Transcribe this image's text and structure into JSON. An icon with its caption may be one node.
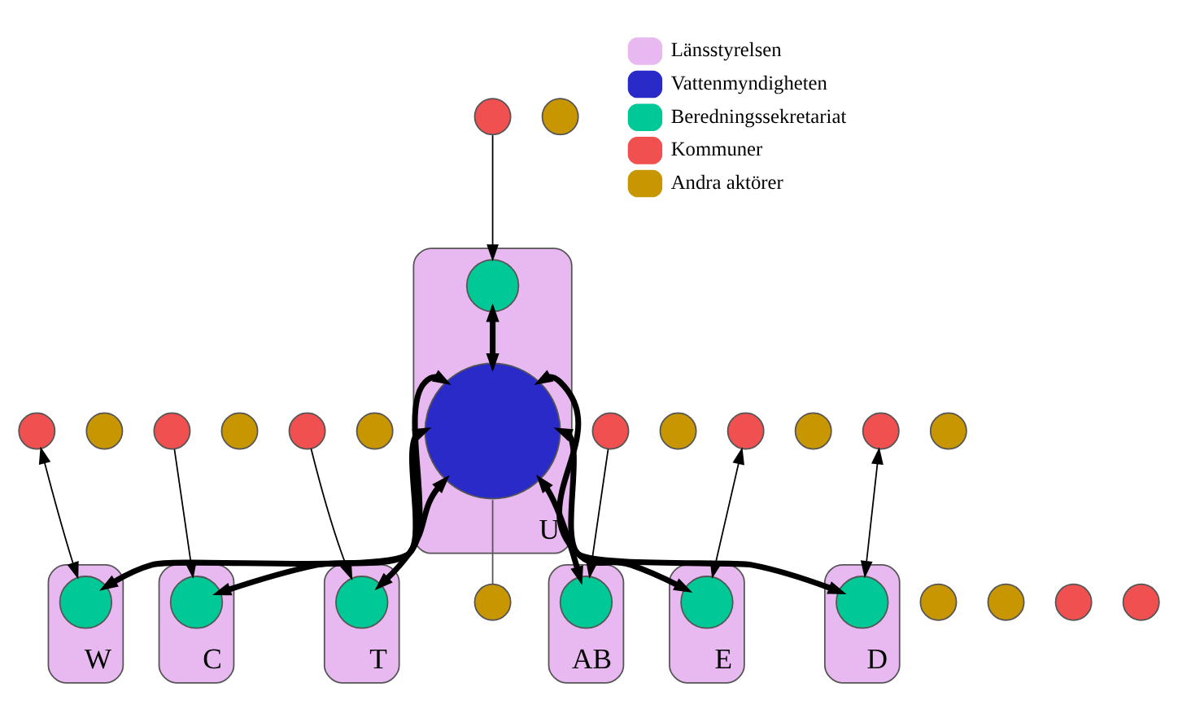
{
  "diagram": {
    "nodes": [
      {
        "text": [
          "U"
        ]
      },
      {
        "text": [],
        "shape": "circle",
        "in": 0
      },
      {
        "text": [],
        "shape": "circle",
        "in": 0
      },
      {
        "text": [
          "W"
        ]
      },
      {
        "text": [],
        "shape": "circle",
        "in": 3
      },
      {
        "text": [
          "C"
        ]
      },
      {
        "text": [],
        "shape": "circle",
        "in": 5
      },
      {
        "text": [
          "T"
        ]
      },
      {
        "text": [],
        "shape": "circle",
        "in": 7
      },
      {
        "text": [
          "AB"
        ]
      },
      {
        "text": [],
        "shape": "circle",
        "in": 9
      },
      {
        "text": [
          "E"
        ]
      },
      {
        "text": [],
        "shape": "circle",
        "in": 11
      },
      {
        "text": [
          "D"
        ]
      },
      {
        "text": [],
        "shape": "circle",
        "in": 13
      },
      {
        "text": [],
        "shape": "circle"
      },
      {
        "text": [],
        "shape": "circle"
      },
      {
        "text": [],
        "shape": "circle"
      },
      {
        "text": [],
        "shape": "circle"
      },
      {
        "text": [],
        "shape": "circle"
      },
      {
        "text": [],
        "shape": "circle"
      },
      {
        "text": [],
        "shape": "circle"
      },
      {
        "text": [],
        "shape": "circle"
      },
      {
        "text": [],
        "shape": "circle"
      },
      {
        "text": [],
        "shape": "circle"
      },
      {
        "text": [],
        "shape": "circle"
      },
      {
        "text": [],
        "shape": "circle"
      },
      {
        "text": [],
        "shape": "circle"
      },
      {
        "text": [],
        "shape": "circle"
      },
      {
        "text": [],
        "shape": "circle"
      },
      {
        "text": [],
        "shape": "circle"
      },
      {
        "text": [],
        "shape": "circle"
      },
      {
        "text": [],
        "shape": "circle"
      },
      {
        "text": [],
        "shape": "circle"
      }
    ],
    "edges": [
      {
        "from": 2,
        "to": 1,
        "arrow": "both",
        "style": "thick"
      },
      {
        "from": 2,
        "to": 4,
        "arrow": "both",
        "style": "thick"
      },
      {
        "from": 2,
        "to": 6,
        "arrow": "both",
        "style": "thick"
      },
      {
        "from": 2,
        "to": 8,
        "arrow": "both",
        "style": "thick"
      },
      {
        "from": 2,
        "to": 10,
        "arrow": "both",
        "style": "thick"
      },
      {
        "from": 2,
        "to": 12,
        "arrow": "both",
        "style": "thick"
      },
      {
        "from": 2,
        "to": 14,
        "arrow": "both",
        "style": "thick"
      },
      {
        "from": 15,
        "to": 4,
        "arrow": "both"
      },
      {
        "from": 17,
        "to": 1,
        "arrow": "to"
      },
      {
        "from": 19,
        "to": 6,
        "arrow": "to"
      },
      {
        "from": 21,
        "to": 10,
        "arrow": "to"
      },
      {
        "from": 23,
        "to": 8,
        "arrow": "to"
      },
      {
        "from": 25,
        "to": 12,
        "arrow": "both"
      },
      {
        "from": 27,
        "to": 14,
        "arrow": "both"
      },
      {
        "from": 2,
        "to": 29,
        "arrow": "none",
        "color": "#555555"
      }
    ],
    "legend": [
      {
        "text": "Länsstyrelsen",
        "color": "#e8b8f0"
      },
      {
        "text": "Vattenmyndigheten",
        "color": "#2a2ac8"
      },
      {
        "text": "Beredningssekretariat",
        "color": "#00c896"
      },
      {
        "text": "Kommuner",
        "color": "#f05050"
      },
      {
        "text": "Andra aktörer",
        "color": "#c89600"
      }
    ]
  }
}
